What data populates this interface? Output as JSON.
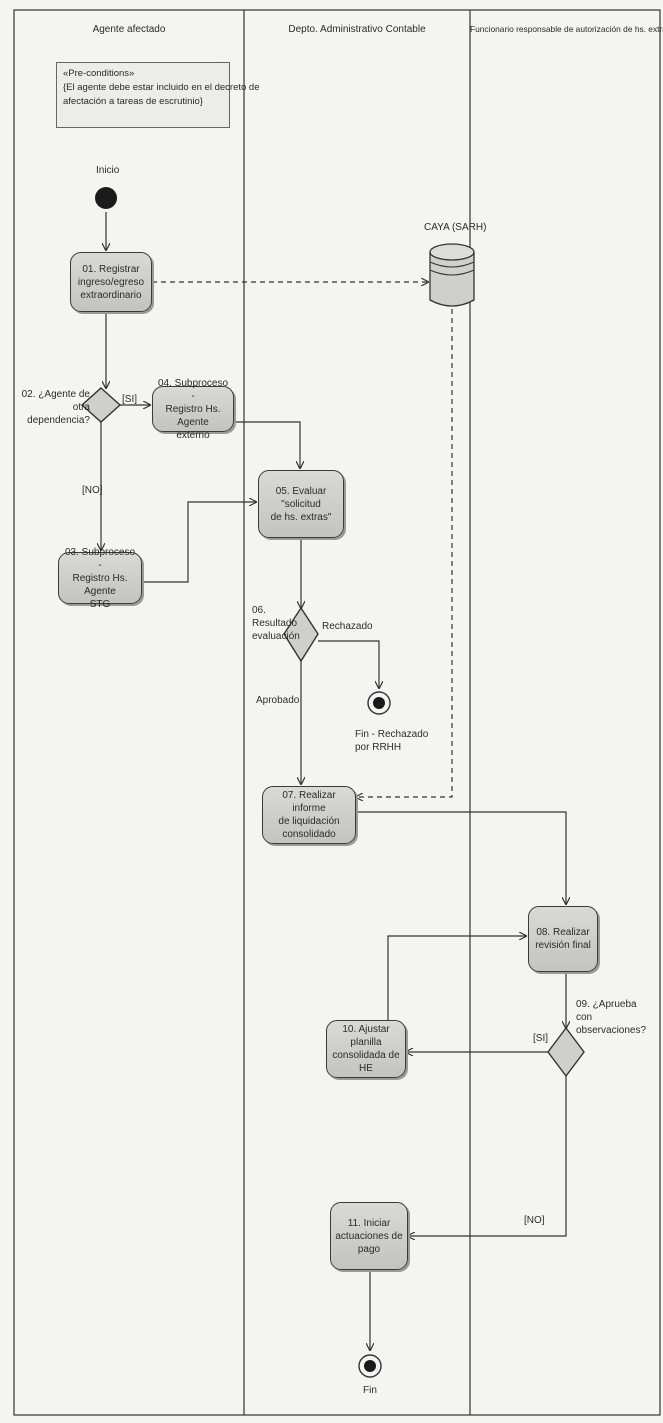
{
  "lanes": [
    {
      "title": "Agente afectado"
    },
    {
      "title": "Depto. Administrativo Contable"
    },
    {
      "title": "Funcionario responsable de autorización de hs. extras"
    }
  ],
  "precondition": {
    "header": "«Pre-conditions»",
    "line1": "{El agente debe estar incluido en el decreto de",
    "line2": "afectación a tareas de escrutinio}"
  },
  "nodes": {
    "start": "Inicio",
    "a01": "01. Registrar\ningreso/egreso\nextraordinario",
    "d02": "02. ¿Agente de otra\ndependencia?",
    "a03": "03. Subproceso -\nRegistro Hs. Agente\nSTG",
    "a04": "04. Subproceso -\nRegistro Hs. Agente\nexterno",
    "a05": "05. Evaluar \"solicitud\nde hs. extras\"",
    "d06": "06.\nResultado\nevaluación",
    "end_rejected": "Fin - Rechazado\npor RRHH",
    "a07": "07. Realizar informe\nde liquidación\nconsolidado",
    "a08": "08. Realizar\nrevisión final",
    "d09": "09. ¿Aprueba\ncon\nobservaciones?",
    "a10": "10. Ajustar planilla\nconsolidada de HE",
    "a11": "11. Iniciar\nactuaciones de pago",
    "end": "Fin"
  },
  "datastore": {
    "label": "CAYA (SARH)"
  },
  "guards": {
    "si_02": "[SI]",
    "no_02": "[NO]",
    "rechazado": "Rechazado",
    "aprobado": "Aprobado",
    "si_09": "[SI]",
    "no_09": "[NO]"
  },
  "colors": {
    "ink": "#2a2a2a",
    "node_fill": "#cfcfcb",
    "page": "#f4f4f2"
  }
}
